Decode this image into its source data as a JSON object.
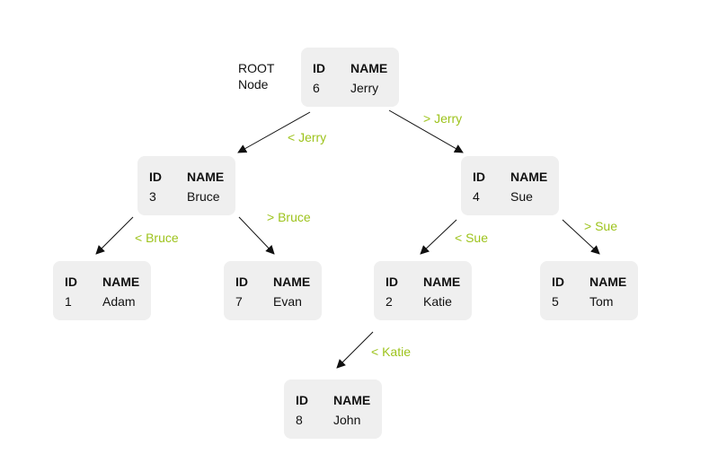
{
  "root_label": {
    "line1": "ROOT",
    "line2": "Node"
  },
  "headers": {
    "id": "ID",
    "name": "NAME"
  },
  "nodes": [
    {
      "id": "6",
      "name": "Jerry"
    },
    {
      "id": "3",
      "name": "Bruce"
    },
    {
      "id": "4",
      "name": "Sue"
    },
    {
      "id": "1",
      "name": "Adam"
    },
    {
      "id": "7",
      "name": "Evan"
    },
    {
      "id": "2",
      "name": "Katie"
    },
    {
      "id": "5",
      "name": "Tom"
    },
    {
      "id": "8",
      "name": "John"
    }
  ],
  "edges": [
    "< Jerry",
    "> Jerry",
    "< Bruce",
    "> Bruce",
    "< Sue",
    "> Sue",
    "< Katie"
  ],
  "colors": {
    "box": "#efefef",
    "edge_label": "#9dc31c"
  }
}
